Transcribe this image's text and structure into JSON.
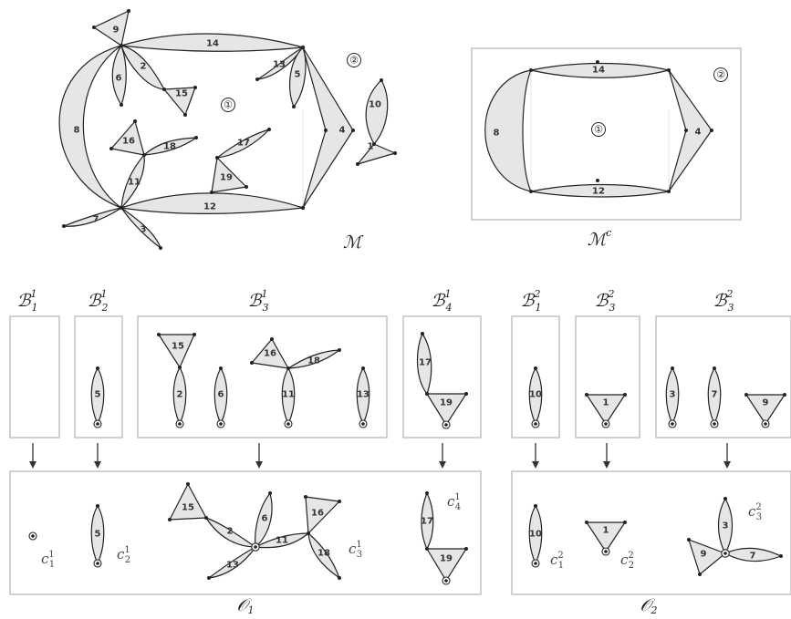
{
  "map_labels": {
    "M": "ℳ",
    "Mc": "ℳ",
    "Mc_sup": "c"
  },
  "faces": [
    "①",
    "②"
  ],
  "regions": [
    "1",
    "2",
    "3",
    "4",
    "5",
    "6",
    "7",
    "8",
    "9",
    "10",
    "11",
    "12",
    "13",
    "14",
    "15",
    "16",
    "17",
    "18",
    "19"
  ],
  "box_labels": [
    {
      "base": "ℬ",
      "sub": "1",
      "sup": "1"
    },
    {
      "base": "ℬ",
      "sub": "2",
      "sup": "1"
    },
    {
      "base": "ℬ",
      "sub": "3",
      "sup": "1"
    },
    {
      "base": "ℬ",
      "sub": "4",
      "sup": "1"
    },
    {
      "base": "ℬ",
      "sub": "1",
      "sup": "2"
    },
    {
      "base": "ℬ",
      "sub": "3",
      "sup": "2"
    },
    {
      "base": "ℬ",
      "sub": "3",
      "sup": "2"
    }
  ],
  "c_labels": [
    {
      "base": "c",
      "sub": "1",
      "sup": "1"
    },
    {
      "base": "c",
      "sub": "2",
      "sup": "1"
    },
    {
      "base": "c",
      "sub": "3",
      "sup": "1"
    },
    {
      "base": "c",
      "sub": "4",
      "sup": "1"
    },
    {
      "base": "c",
      "sub": "1",
      "sup": "2"
    },
    {
      "base": "c",
      "sub": "2",
      "sup": "2"
    },
    {
      "base": "c",
      "sub": "3",
      "sup": "2"
    }
  ],
  "o_labels": [
    {
      "base": "𝒪",
      "sub": "1"
    },
    {
      "base": "𝒪",
      "sub": "2"
    }
  ]
}
